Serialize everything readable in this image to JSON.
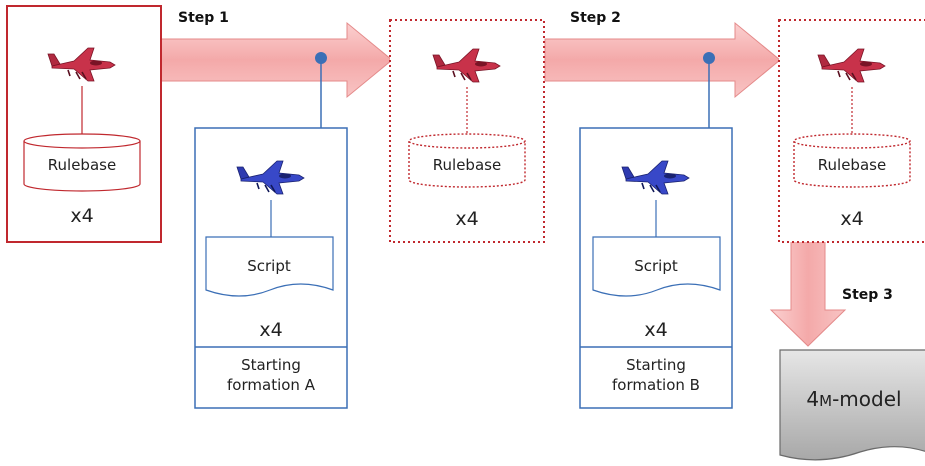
{
  "colors": {
    "red_border": "#c0282e",
    "blue_border": "#3b6fb6",
    "arrow_fill": "#f7b8b8",
    "arrow_stroke": "#e48a8a",
    "red_jet": "#c8324a",
    "blue_jet": "#3848c8",
    "model_fill": "#c9c9c9"
  },
  "icons": {
    "red_jet": "fighter-jet-red",
    "blue_jet": "fighter-jet-blue"
  },
  "steps": {
    "step1": "Step 1",
    "step2": "Step 2",
    "step3": "Step 3"
  },
  "agent_boxes": [
    {
      "rulebase": "Rulebase",
      "count": "x4"
    },
    {
      "rulebase": "Rulebase",
      "count": "x4"
    },
    {
      "rulebase": "Rulebase",
      "count": "x4"
    }
  ],
  "script_boxes": [
    {
      "script": "Script",
      "count": "x4",
      "formation_line1": "Starting",
      "formation_line2": "formation A"
    },
    {
      "script": "Script",
      "count": "x4",
      "formation_line1": "Starting",
      "formation_line2": "formation B"
    }
  ],
  "model": {
    "prefix": "4",
    "smallcaps": "M",
    "suffix": "-model"
  }
}
